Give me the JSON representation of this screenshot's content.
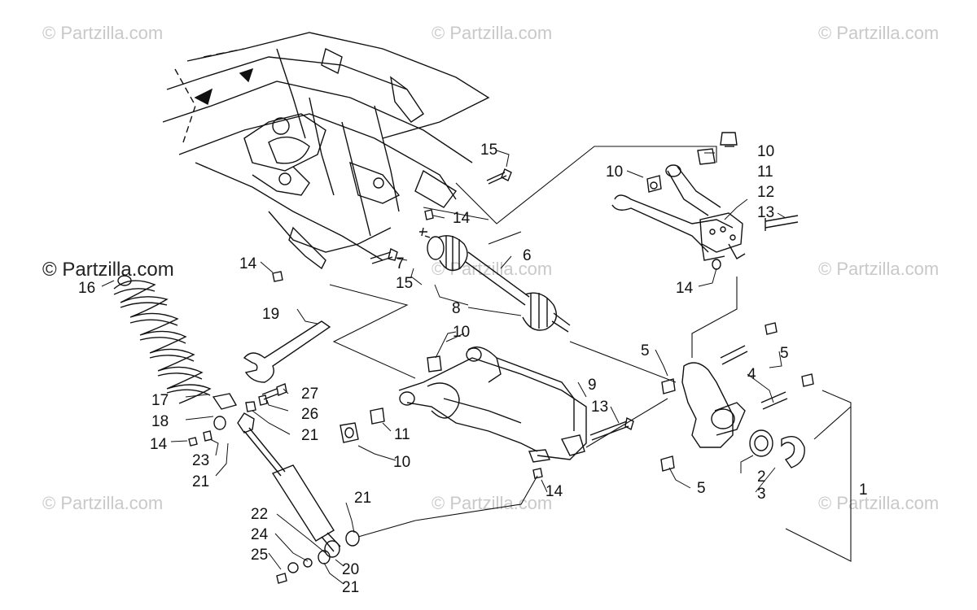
{
  "watermark": "© Partzilla.com",
  "callouts": [
    "1",
    "2",
    "3",
    "4",
    "5",
    "6",
    "7",
    "8",
    "9",
    "10",
    "11",
    "12",
    "13",
    "14",
    "15",
    "16",
    "17",
    "18",
    "19",
    "20",
    "21",
    "22",
    "23",
    "24",
    "25",
    "26",
    "27"
  ],
  "colors": {
    "line": "#111111",
    "watermark": "#c9c9c9",
    "background": "#ffffff"
  }
}
